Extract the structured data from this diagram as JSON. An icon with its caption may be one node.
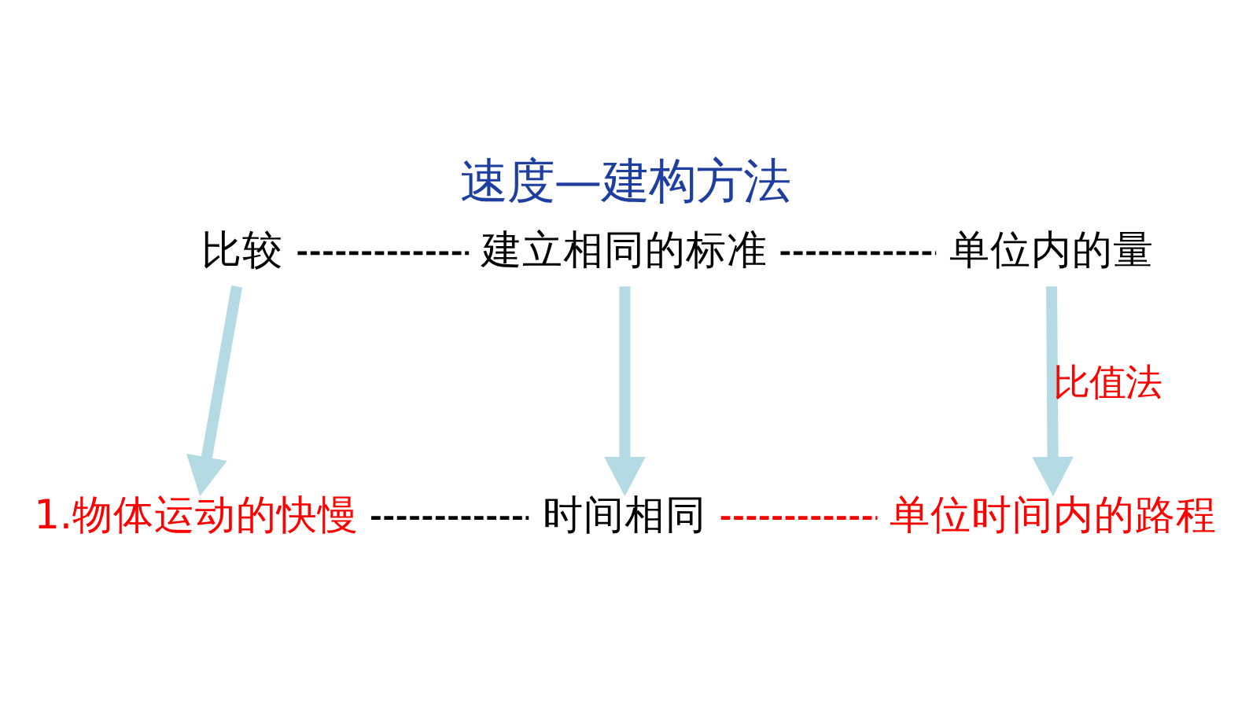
{
  "diagram": {
    "title": "速度—建构方法",
    "nodes": [
      {
        "text": [
          "比较"
        ]
      },
      {
        "text": [
          "建立相同的标准"
        ]
      },
      {
        "text": [
          "单位内的量"
        ]
      },
      {
        "text": [
          "1.物体运动的快慢"
        ]
      },
      {
        "text": [
          "时间相同"
        ]
      },
      {
        "text": [
          "单位时间内的路程"
        ]
      }
    ],
    "edges": [
      {
        "from": 0,
        "to": 1,
        "arrow": "none",
        "style": "dashed"
      },
      {
        "from": 1,
        "to": 2,
        "arrow": "none",
        "style": "dashed"
      },
      {
        "from": 0,
        "to": 3,
        "arrow": "to",
        "style": "thick",
        "color": "#b4dbe3"
      },
      {
        "from": 1,
        "to": 4,
        "arrow": "to",
        "style": "thick",
        "color": "#b4dbe3"
      },
      {
        "from": 2,
        "to": 5,
        "arrow": "to",
        "style": "thick",
        "color": "#b4dbe3",
        "label": "比值法"
      },
      {
        "from": 3,
        "to": 4,
        "arrow": "none",
        "style": "dashed"
      },
      {
        "from": 4,
        "to": 5,
        "arrow": "none",
        "style": "dashed",
        "color": "#ff0000"
      }
    ]
  }
}
